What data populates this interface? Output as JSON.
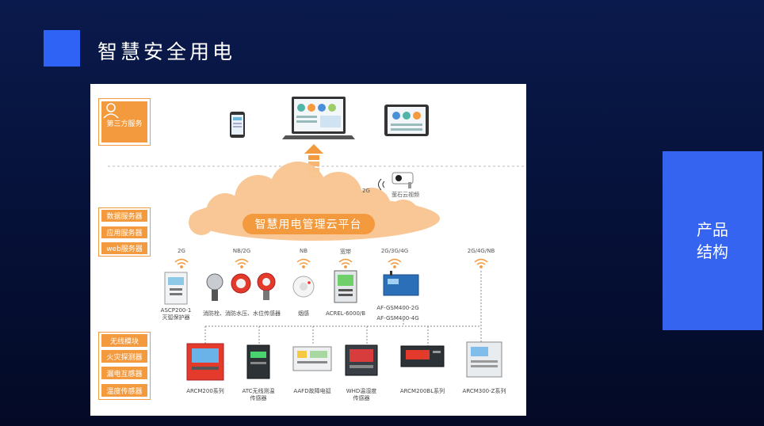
{
  "slide": {
    "title": "智慧安全用电"
  },
  "right_panel": {
    "line1": "产品",
    "line2": "结构"
  },
  "left_labels": {
    "top": "第三方服务",
    "middle": [
      "数据服务器",
      "应用服务器",
      "web服务器"
    ],
    "bottom": [
      "无线模块",
      "火灾探测器",
      "漏电互感器",
      "温度传感器"
    ]
  },
  "cloud": {
    "label": "智慧用电管理云平台"
  },
  "camera": {
    "signal": "2G",
    "label": "萤石云视频"
  },
  "row1": [
    {
      "signal": "2G",
      "label_line1": "ASCP200-1",
      "label_line2": "灭弧保护器"
    },
    {
      "signal": "NB/2G",
      "label_line1": "消防栓、消防水压、水位传感器",
      "label_line2": ""
    },
    {
      "signal": "NB",
      "label_line1": "烟感",
      "label_line2": ""
    },
    {
      "signal": "宽带",
      "label_line1": "ACREL-6000/B",
      "label_line2": ""
    },
    {
      "signal": "2G/3G/4G",
      "label_line1": "AF-GSM400-2G",
      "label_line2": "AF-GSM400-4G"
    },
    {
      "signal": "2G/4G/NB",
      "label_line1": "",
      "label_line2": ""
    }
  ],
  "row2": [
    {
      "label_line1": "ARCM200系列",
      "label_line2": ""
    },
    {
      "label_line1": "ATC无线测温",
      "label_line2": "传感器"
    },
    {
      "label_line1": "AAFD故障电弧",
      "label_line2": ""
    },
    {
      "label_line1": "WHD温湿度",
      "label_line2": "传感器"
    },
    {
      "label_line1": "ARCM200BL系列",
      "label_line2": ""
    },
    {
      "label_line1": "ARCM300-Z系列",
      "label_line2": ""
    }
  ],
  "colors": {
    "accent": "#f39a3e",
    "title_square": "#2f63f5",
    "panel": "#3464f0"
  }
}
